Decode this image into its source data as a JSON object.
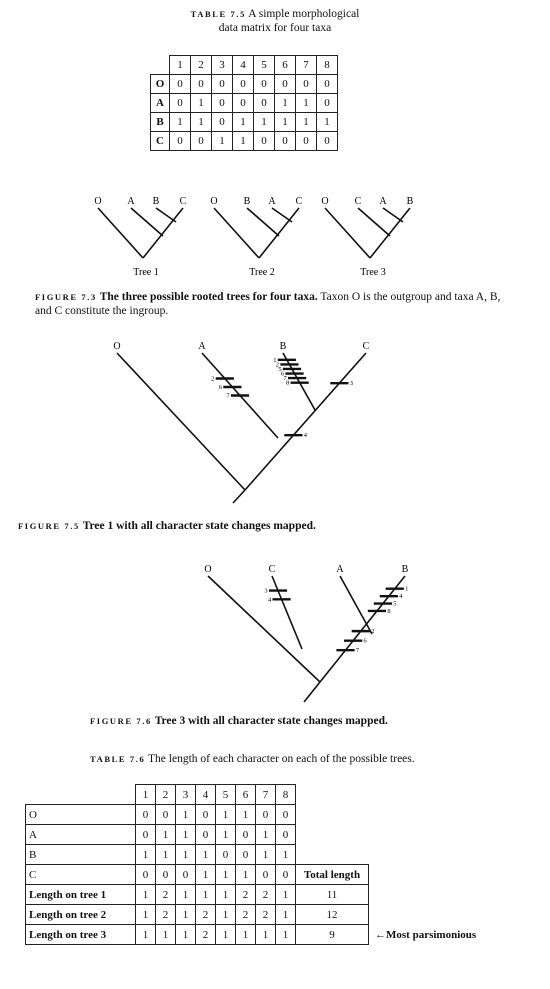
{
  "table_7_5": {
    "label": "TABLE 7.5",
    "title_line1": "A simple morphological",
    "title_line2": "data matrix for four taxa",
    "columns": [
      "1",
      "2",
      "3",
      "4",
      "5",
      "6",
      "7",
      "8"
    ],
    "rows": [
      {
        "taxon": "O",
        "values": [
          "0",
          "0",
          "0",
          "0",
          "0",
          "0",
          "0",
          "0"
        ]
      },
      {
        "taxon": "A",
        "values": [
          "0",
          "1",
          "0",
          "0",
          "0",
          "1",
          "1",
          "0"
        ]
      },
      {
        "taxon": "B",
        "values": [
          "1",
          "1",
          "0",
          "1",
          "1",
          "1",
          "1",
          "1"
        ]
      },
      {
        "taxon": "C",
        "values": [
          "0",
          "0",
          "1",
          "1",
          "0",
          "0",
          "0",
          "0"
        ]
      }
    ]
  },
  "figure_7_3": {
    "trees": [
      {
        "name": "Tree 1",
        "tips": [
          "O",
          "A",
          "B",
          "C"
        ]
      },
      {
        "name": "Tree 2",
        "tips": [
          "O",
          "B",
          "A",
          "C"
        ]
      },
      {
        "name": "Tree 3",
        "tips": [
          "O",
          "C",
          "A",
          "B"
        ]
      }
    ],
    "label": "FIGURE 7.3",
    "caption_bold": "The three possible rooted trees for four taxa.",
    "caption_rest": " Taxon O is the outgroup and taxa A, B, and C constitute the ingroup."
  },
  "figure_7_5": {
    "tips": [
      "O",
      "A",
      "B",
      "C"
    ],
    "a_marks": [
      "2",
      "6",
      "7"
    ],
    "b_marks": [
      "1",
      "2",
      "5",
      "6",
      "7",
      "8"
    ],
    "c_marks": [
      "3"
    ],
    "bc_marks": [
      "4"
    ],
    "label": "FIGURE 7.5",
    "caption_bold": "Tree 1 with all character state changes mapped."
  },
  "figure_7_6": {
    "tips": [
      "O",
      "C",
      "A",
      "B"
    ],
    "c_marks": [
      "3",
      "4"
    ],
    "b_marks": [
      "1",
      "4",
      "5",
      "8"
    ],
    "ab_marks": [
      "2",
      "6",
      "7"
    ],
    "label": "FIGURE 7.6",
    "caption_bold": "Tree 3 with all character state changes mapped."
  },
  "table_7_6": {
    "label": "TABLE 7.6",
    "title": "The length of each character on each of the possible trees.",
    "columns": [
      "1",
      "2",
      "3",
      "4",
      "5",
      "6",
      "7",
      "8"
    ],
    "rows": [
      {
        "taxon": "O",
        "values": [
          "0",
          "0",
          "1",
          "0",
          "1",
          "1",
          "0",
          "0"
        ]
      },
      {
        "taxon": "A",
        "values": [
          "0",
          "1",
          "1",
          "0",
          "1",
          "0",
          "1",
          "0"
        ]
      },
      {
        "taxon": "B",
        "values": [
          "1",
          "1",
          "1",
          "1",
          "0",
          "0",
          "1",
          "1"
        ]
      },
      {
        "taxon": "C",
        "values": [
          "0",
          "0",
          "0",
          "1",
          "1",
          "1",
          "0",
          "0"
        ]
      }
    ],
    "total_length_header": "Total length",
    "length_rows": [
      {
        "label": "Length on tree 1",
        "values": [
          "1",
          "2",
          "1",
          "1",
          "1",
          "2",
          "2",
          "1"
        ],
        "total": "11"
      },
      {
        "label": "Length on tree 2",
        "values": [
          "1",
          "2",
          "1",
          "2",
          "1",
          "2",
          "2",
          "1"
        ],
        "total": "12"
      },
      {
        "label": "Length on tree 3",
        "values": [
          "1",
          "1",
          "1",
          "2",
          "1",
          "1",
          "1",
          "1"
        ],
        "total": "9"
      }
    ],
    "annotation": "←Most parsimonious"
  }
}
